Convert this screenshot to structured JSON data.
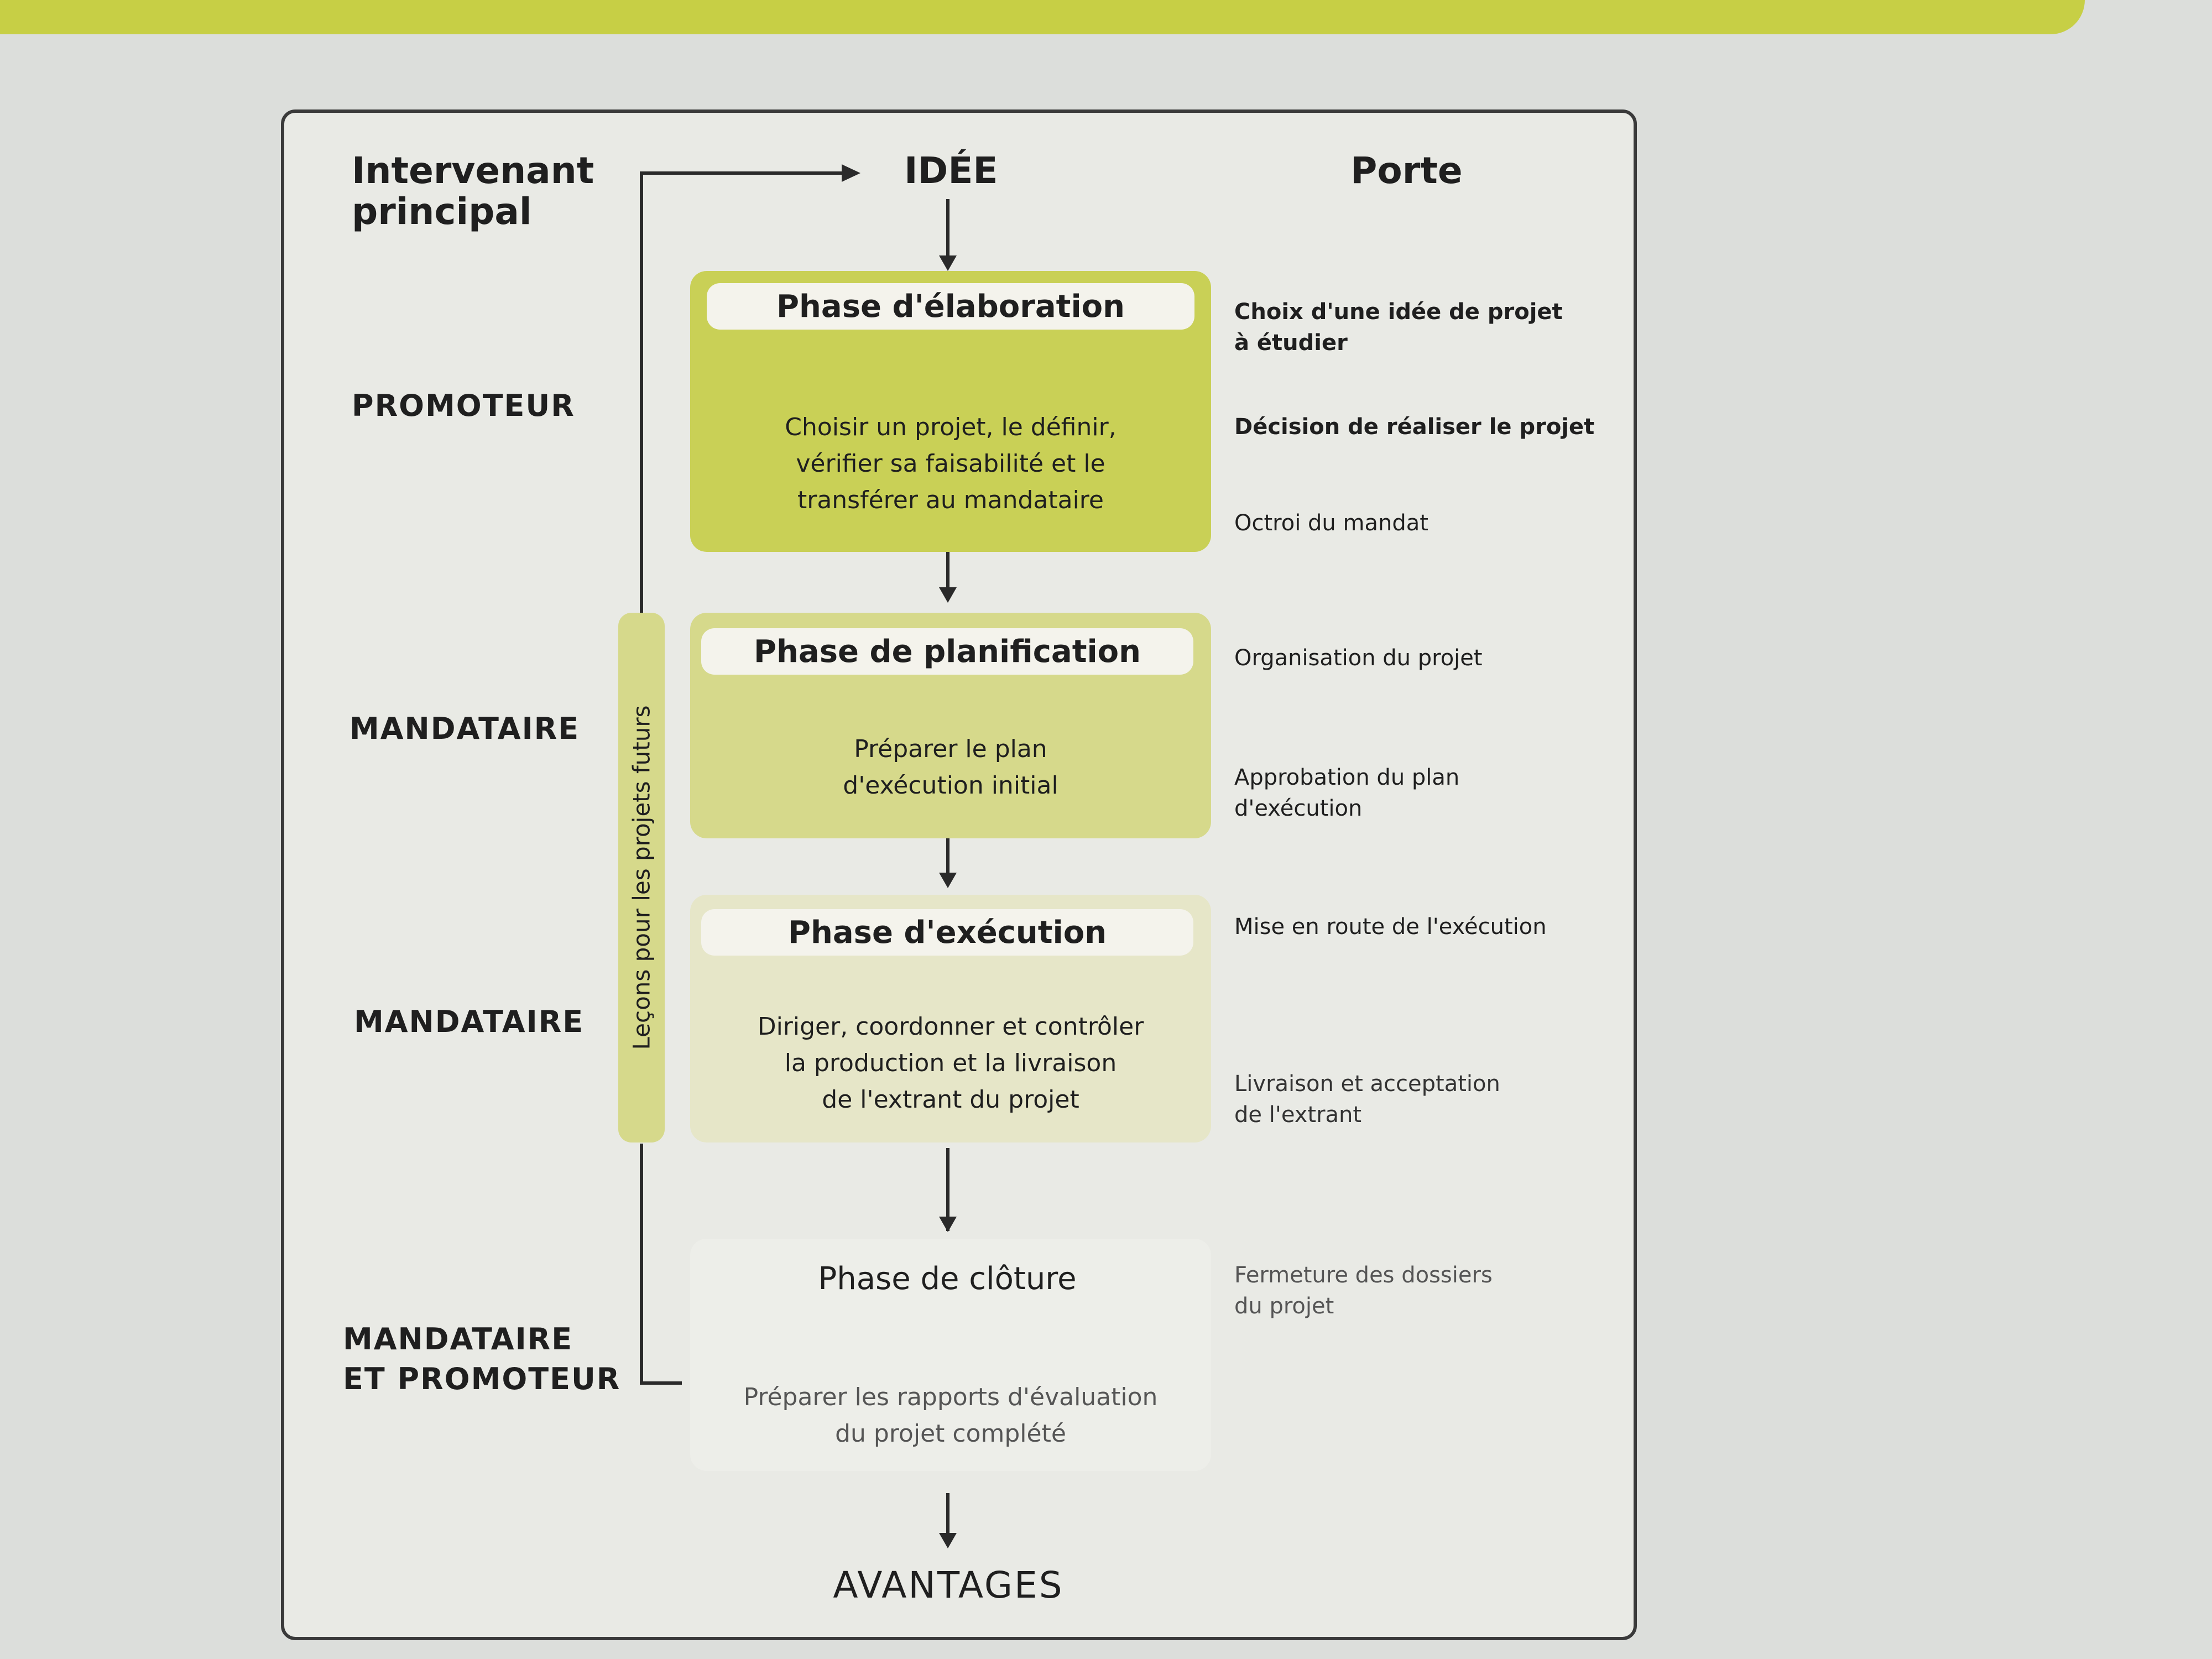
{
  "header": {
    "intervenant_line1": "Intervenant",
    "intervenant_line2": "principal",
    "idee": "IDÉE",
    "porte": "Porte"
  },
  "roles": {
    "promoteur": "PROMOTEUR",
    "mandataire_1": "MANDATAIRE",
    "mandataire_2": "MANDATAIRE",
    "mandataire_promoteur_line1": "MANDATAIRE",
    "mandataire_promoteur_line2": "ET PROMOTEUR"
  },
  "phases": [
    {
      "title": "Phase d'élaboration",
      "desc_line1": "Choisir un projet, le définir,",
      "desc_line2": "vérifier sa faisabilité et le",
      "desc_line3": "transférer au mandataire"
    },
    {
      "title": "Phase de planification",
      "desc_line1": "Préparer le plan",
      "desc_line2": "d'exécution initial"
    },
    {
      "title": "Phase d'exécution",
      "desc_line1": "Diriger, coordonner et contrôler",
      "desc_line2": "la production et la livraison",
      "desc_line3": "de l'extrant du projet"
    },
    {
      "title": "Phase de clôture",
      "desc_line1": "Préparer les rapports d'évaluation",
      "desc_line2": "du projet complété"
    }
  ],
  "gates": {
    "g1_line1": "Choix d'une idée de projet",
    "g1_line2": "à étudier",
    "g2": "Décision de réaliser le projet",
    "g3": "Octroi du mandat",
    "g4": "Organisation du projet",
    "g5_line1": "Approbation du plan",
    "g5_line2": "d'exécution",
    "g6": "Mise en route de l'exécution",
    "g7_line1": "Livraison et acceptation",
    "g7_line2": "de l'extrant",
    "g8_line1": "Fermeture des dossiers",
    "g8_line2": "du projet"
  },
  "lecons": "Leçons pour les projets futurs",
  "avantages": "AVANTAGES",
  "colors": {
    "topbar": "#c7cf45",
    "phase1": "#c9d056",
    "phase2": "#d6d98b",
    "phase3": "#e6e6c8",
    "title_bg": "#f4f3ec"
  }
}
